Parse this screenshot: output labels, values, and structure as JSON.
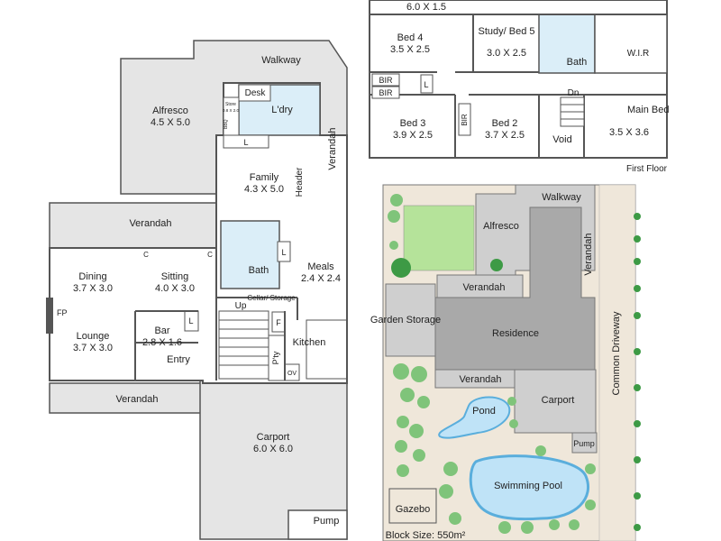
{
  "colors": {
    "wall": "#555555",
    "verandah": "#e5e5e5",
    "room": "#ffffff",
    "wet": "#dbeef8",
    "roof": "#a9a9a9",
    "lightRoof": "#cfcfcf",
    "lawn": "#b5e39a",
    "pool": "#bfe3f7",
    "poolEdge": "#5aaedc",
    "paving": "#efe7da",
    "tree": "#7fc47a",
    "treeDark": "#3d9a45"
  },
  "ground": {
    "alfresco": {
      "name": "Alfresco",
      "size": "4.5 X 5.0"
    },
    "walkway": "Walkway",
    "desk": "Desk",
    "laundry": "L'dry",
    "store": {
      "name": "Store",
      "size": "0.8 X 2.0"
    },
    "bbq": "BBQ",
    "verandah_right": "Verandah",
    "family": {
      "name": "Family",
      "size": "4.3 X 5.0"
    },
    "header": "Header",
    "verandah_top": "Verandah",
    "dining": {
      "name": "Dining",
      "size": "3.7 X 3.0"
    },
    "sitting": {
      "name": "Sitting",
      "size": "4.0 X 3.0"
    },
    "bath": "Bath",
    "meals": {
      "name": "Meals",
      "size": "2.4 X 2.4"
    },
    "cellar": "Cellar/ Storage",
    "up": "Up",
    "fp": "FP",
    "bar": {
      "name": "Bar",
      "size": "2.8 X 1.6"
    },
    "lounge": {
      "name": "Lounge",
      "size": "3.7 X 3.0"
    },
    "entry": "Entry",
    "kitchen": "Kitchen",
    "pantry": "P'ty",
    "fridge": "F",
    "oven": "OV",
    "verandah_bottom": "Verandah",
    "carport": {
      "name": "Carport",
      "size": "6.0 X 6.0"
    },
    "pump": "Pump",
    "linen": "L",
    "cupboard": "C"
  },
  "first": {
    "top_room": {
      "size": "6.0 X 1.5"
    },
    "bed4": {
      "name": "Bed 4",
      "size": "3.5 X 2.5"
    },
    "study": {
      "name": "Study/ Bed 5",
      "size": "3.0 X 2.5"
    },
    "bath": "Bath",
    "wir": "W.I.R",
    "bir": "BIR",
    "linen": "L",
    "dn": "Dn",
    "bed3": {
      "name": "Bed 3",
      "size": "3.9 X 2.5"
    },
    "bed2": {
      "name": "Bed 2",
      "size": "3.7 X 2.5"
    },
    "void": "Void",
    "main": {
      "name": "Main Bed",
      "size": "3.5 X 3.6"
    },
    "caption": "First Floor"
  },
  "site": {
    "walkway": "Walkway",
    "alfresco": "Alfresco",
    "verandah_side": "Verandah",
    "verandah_top": "Verandah",
    "garden": "Garden Storage",
    "residence": "Residence",
    "verandah_bottom": "Verandah",
    "carport": "Carport",
    "driveway": "Common Driveway",
    "pond": "Pond",
    "pump": "Pump",
    "pool": "Swimming Pool",
    "gazebo": "Gazebo",
    "block": "Block Size: 550m²"
  }
}
